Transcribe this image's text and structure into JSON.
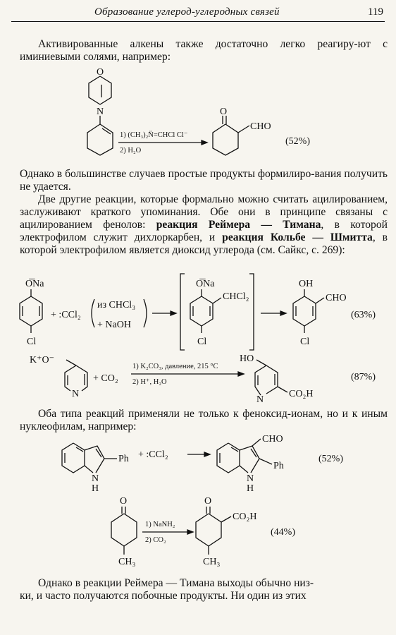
{
  "header": {
    "running_title": "Образование углерод-углеродных связей",
    "page_number": "119"
  },
  "paragraphs": {
    "p1": "Активированные алкены также достаточно легко реагиру-ют с иминиевыми солями, например:",
    "p2": "Однако в большинстве случаев простые продукты формилиро-вания получить не удается.",
    "p3_a": "Две другие реакции, которые формально можно считать ацилированием, заслуживают краткого упоминания. Обе они в принципе связаны с ацилированием фенолов: ",
    "p3_b": "реакция Реймера — Тимана",
    "p3_c": ", в которой электрофилом служит дихлоркарбен, и ",
    "p3_d": "реакция Кольбе — Шмитта",
    "p3_e": ", в которой электрофилом является диоксид углерода (см. Сайкс, с. 269):",
    "p4": "Оба типа реакций применяли не только к феноксид-ионам, но и к иным нуклеофилам, например:",
    "p5_a": "Однако в реакции Реймера — Тимана выходы обычно низ-",
    "p5_b": "ки, и часто получаются побочные продукты. Ни один из этих"
  },
  "scheme1": {
    "atom_o": "O",
    "atom_n": "N",
    "reagent_1": "1) (CH₃)₂N̈=CHCl Cl⁻",
    "reagent_2": "2) H₂O",
    "product_o": "O",
    "product_cho": "CHO",
    "yield": "(52%)"
  },
  "scheme2": {
    "phenoxide": "O͞Na",
    "phenoxide_cl": "Cl",
    "carbene": "+ :CCl₂",
    "cond_1": "из CHCl₃",
    "cond_2": "+ NaOH",
    "inter_ona": "O͞Na",
    "inter_chcl2": "CHCl₂",
    "inter_cl": "Cl",
    "prod_oh": "OH",
    "prod_cho": "CHO",
    "prod_cl": "Cl",
    "yield": "(63%)"
  },
  "scheme3": {
    "k_o": "K⁺O⁻",
    "ring_n": "N",
    "co2": "+ CO₂",
    "reagent_1": "1) K₂CO₃, давление, 215 °C",
    "reagent_2": "2) H⁺, H₂O",
    "prod_ho": "HO",
    "prod_n": "N",
    "prod_co2h": "CO₂H",
    "yield": "(87%)"
  },
  "scheme4": {
    "ring_n": "N",
    "ring_h": "H",
    "ph": "Ph",
    "carbene": "+ :CCl₂",
    "prod_cho": "CHO",
    "prod_n": "N",
    "prod_h": "H",
    "prod_ph": "Ph",
    "yield": "(52%)"
  },
  "scheme5": {
    "atom_o": "O",
    "ch3": "CH₃",
    "reagent_1": "1) NaNH₂",
    "reagent_2": "2) CO₂",
    "prod_o": "O",
    "prod_co2h": "CO₂H",
    "prod_ch3": "CH₃",
    "yield": "(44%)"
  }
}
